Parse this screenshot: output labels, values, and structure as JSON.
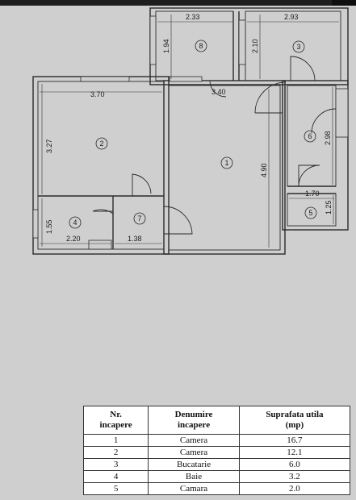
{
  "floor_plan": {
    "room_numbers": [
      "1",
      "2",
      "3",
      "4",
      "5",
      "6",
      "7",
      "8"
    ],
    "dimensions": {
      "d_2_33": "2.33",
      "d_2_93": "2.93",
      "d_1_94": "1.94",
      "d_2_10": "2.10",
      "d_3_70": "3.70",
      "d_3_40": "3.40",
      "d_3_27": "3.27",
      "d_4_90": "4.90",
      "d_2_98": "2.98",
      "d_1_70": "1.70",
      "d_1_25": "1.25",
      "d_1_55": "1.55",
      "d_2_20": "2.20",
      "d_1_38": "1.38"
    }
  },
  "table": {
    "headers": [
      "Nr. incapere",
      "Denumire incapere",
      "Suprafata utila (mp)"
    ],
    "header_lines": [
      [
        "Nr.",
        "incapere"
      ],
      [
        "Denumire",
        "incapere"
      ],
      [
        "Suprafata utila",
        "(mp)"
      ]
    ],
    "rows": [
      [
        "1",
        "Camera",
        "16.7"
      ],
      [
        "2",
        "Camera",
        "12.1"
      ],
      [
        "3",
        "Bucatarie",
        "6.0"
      ],
      [
        "4",
        "Baie",
        "3.2"
      ],
      [
        "5",
        "Camara",
        "2.0"
      ]
    ]
  }
}
